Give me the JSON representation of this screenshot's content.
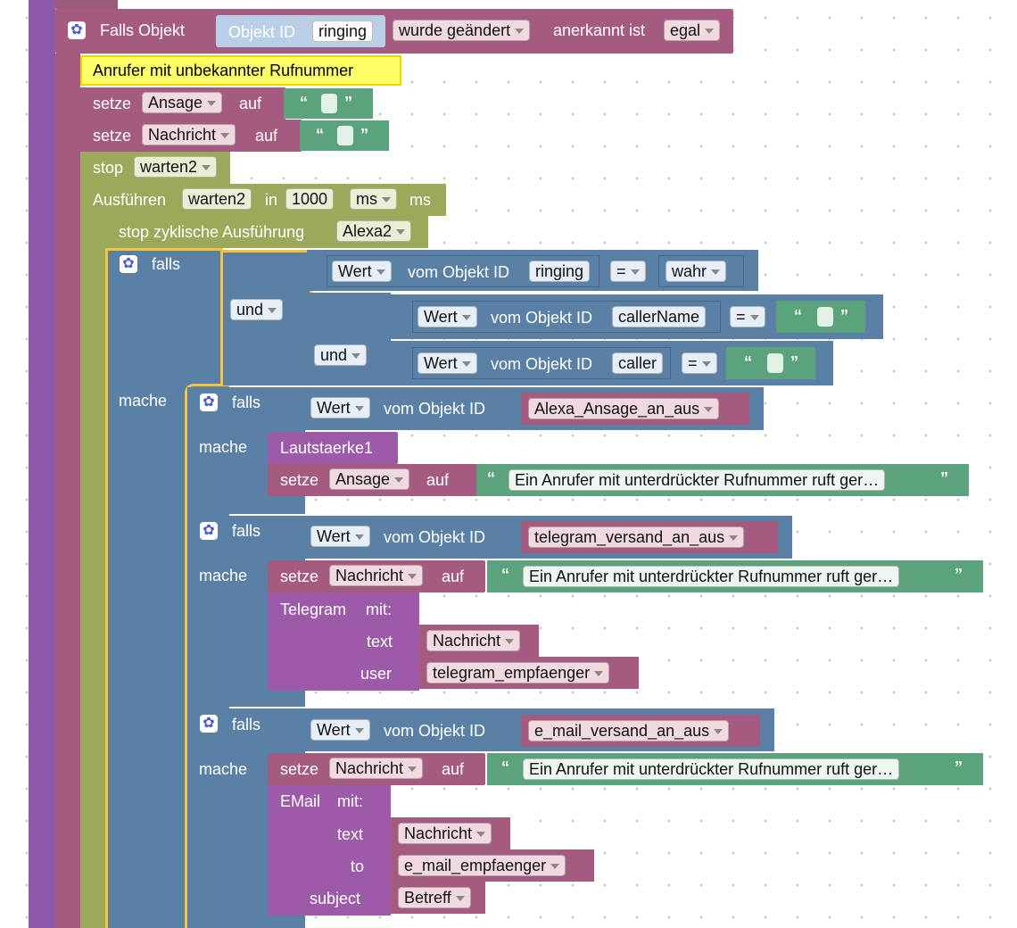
{
  "trigger": {
    "falls_objekt": "Falls Objekt",
    "objekt_id": "Objekt ID",
    "ringing": "ringing",
    "wurde_geaendert": "wurde geändert",
    "anerkannt_ist": "anerkannt ist",
    "egal": "egal"
  },
  "comment": "Anrufer mit unbekannter Rufnummer",
  "common": {
    "setze": "setze",
    "auf": "auf",
    "stop": "stop",
    "falls": "falls",
    "mache": "mache",
    "und": "und",
    "wert": "Wert",
    "vom_objekt_id": "vom Objekt ID",
    "eq": "=",
    "open_quote": "“",
    "close_quote": "”",
    "mit": "mit:",
    "text": "text",
    "user": "user",
    "to": "to",
    "subject": "subject"
  },
  "vars": {
    "ansage": "Ansage",
    "nachricht": "Nachricht",
    "warten2": "warten2",
    "alexa2": "Alexa2"
  },
  "ausfuehren": {
    "label": "Ausführen",
    "in": "in",
    "value": "1000",
    "unit_dd": "ms",
    "unit": "ms"
  },
  "stop_zyklisch": "stop zyklische Ausführung",
  "condition": {
    "ringing": "ringing",
    "wahr": "wahr",
    "callerName": "callerName",
    "caller": "caller"
  },
  "if1": {
    "obj": "Alexa_Ansage_an_aus",
    "lautstaerke": "Lautstaerke1",
    "text": "Ein Anrufer mit unterdrückter Rufnummer ruft ger…"
  },
  "if2": {
    "obj": "telegram_versand_an_aus",
    "text": "Ein Anrufer mit unterdrückter Rufnummer ruft ger…",
    "telegram": "Telegram",
    "user_val": "telegram_empfaenger"
  },
  "if3": {
    "obj": "e_mail_versand_an_aus",
    "text": "Ein Anrufer mit unterdrückter Rufnummer ruft ger…",
    "email": "EMail",
    "to_val": "e_mail_empfaenger",
    "subject_val": "Betreff"
  }
}
